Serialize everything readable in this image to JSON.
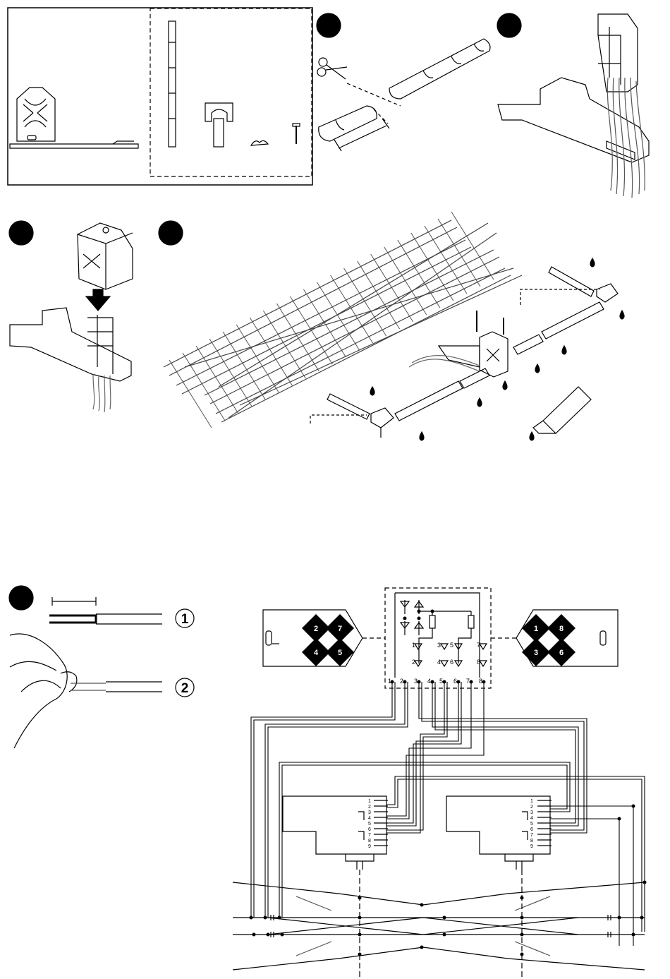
{
  "colors": {
    "ink": "#000000",
    "paper": "#ffffff",
    "track": "#555555",
    "grey": "#888888"
  },
  "icons": [
    "scissors-icon",
    "glue-drop-icon",
    "push-arrow-icon",
    "glue-tube-icon",
    "crossing-sign-icon",
    "hand-icon",
    "step-marker-icon"
  ],
  "steps": {
    "count": 5
  },
  "wire_callouts": {
    "one": "1",
    "two": "2"
  },
  "led_panel": {
    "pins": [
      "1",
      "2",
      "3",
      "4",
      "5",
      "6",
      "7",
      "8"
    ],
    "leds": [
      "1",
      "2",
      "3",
      "4",
      "5",
      "6",
      "7",
      "8"
    ]
  },
  "sign_left": {
    "numbers": [
      "2",
      "7",
      "4",
      "5"
    ]
  },
  "sign_right": {
    "numbers": [
      "1",
      "8",
      "3",
      "6"
    ]
  },
  "decoder_left": {
    "pins": [
      "1",
      "2",
      "3",
      "4",
      "5",
      "6",
      "7",
      "8",
      "9"
    ]
  },
  "decoder_right": {
    "pins": [
      "1",
      "2",
      "3",
      "4",
      "5",
      "6",
      "7",
      "8",
      "9"
    ]
  }
}
